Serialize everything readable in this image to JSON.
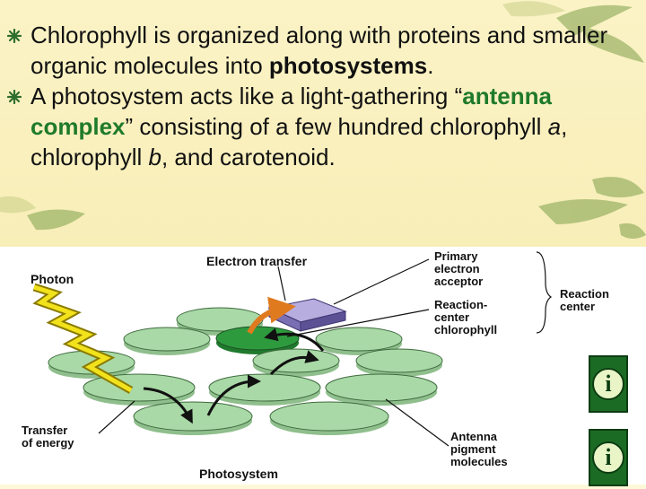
{
  "slide": {
    "bullets": [
      {
        "parts": [
          "Chlorophyll is organized along with proteins and smaller organic molecules into ",
          "photosystems",
          "."
        ]
      },
      {
        "parts": [
          "A photosystem acts like a light-gathering “",
          "antenna complex",
          "” consisting of a few hundred chlorophyll ",
          "a",
          ", chlorophyll ",
          "b",
          ", and carotenoid."
        ]
      }
    ]
  },
  "diagram": {
    "labels": {
      "electron_transfer": "Electron transfer",
      "photon": "Photon",
      "primary_acceptor_1": "Primary",
      "primary_acceptor_2": "electron",
      "primary_acceptor_3": "acceptor",
      "reaction_center_1": "Reaction",
      "reaction_center_2": "center",
      "rc_chlorophyll_1": "Reaction-",
      "rc_chlorophyll_2": "center",
      "rc_chlorophyll_3": "chlorophyll",
      "transfer_1": "Transfer",
      "transfer_2": "of energy",
      "antenna_1": "Antenna",
      "antenna_2": "pigment",
      "antenna_3": "molecules",
      "photosystem": "Photosystem"
    }
  },
  "info_buttons": [
    {
      "glyph": "i"
    },
    {
      "glyph": "i"
    }
  ],
  "colors": {
    "disc_fill": "#a9d9a6",
    "disc_stroke": "#3f6b3f",
    "center_fill": "#2e9a3e",
    "acceptor_fill": "#9c8fd0",
    "photon_fill": "#f2e21c",
    "highlight_text": "#1f7a2a"
  }
}
